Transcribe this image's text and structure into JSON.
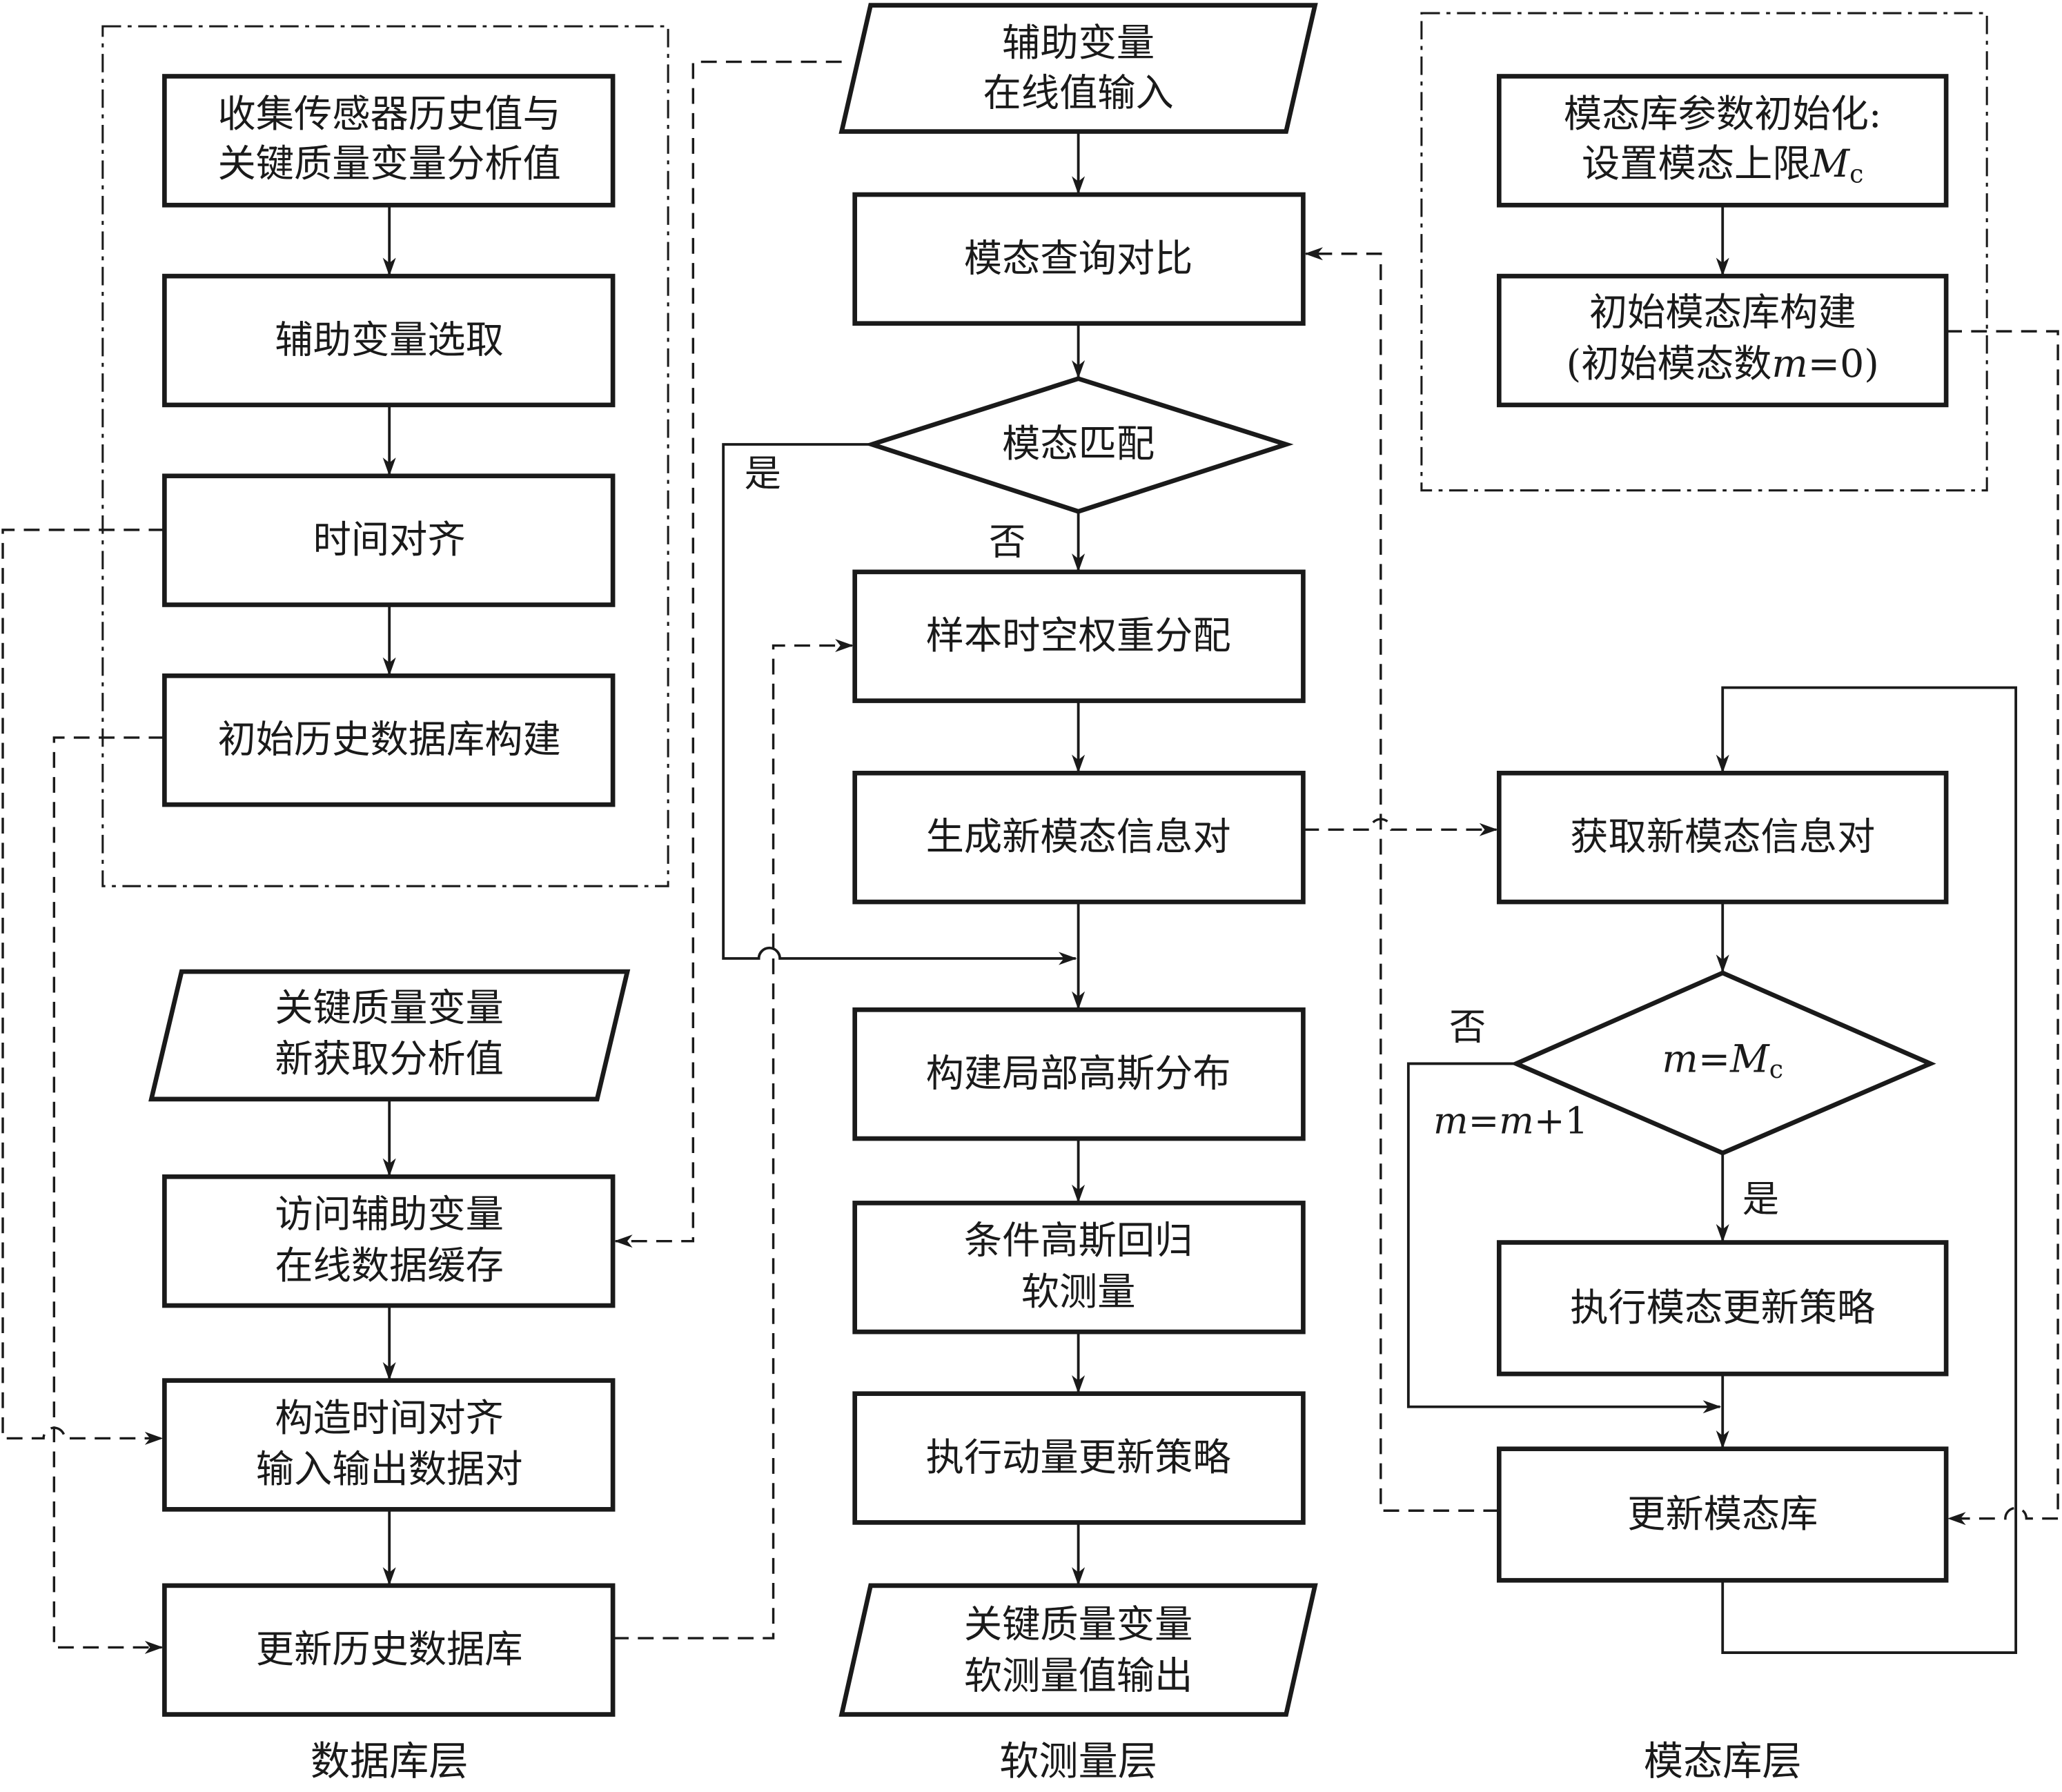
{
  "diagram": {
    "layers": {
      "database": "数据库层",
      "softsensor": "软测量层",
      "modebank": "模态库层"
    },
    "database_layer": {
      "collect": [
        "收集传感器历史值与",
        "关键质量变量分析值"
      ],
      "select_aux": "辅助变量选取",
      "time_align": "时间对齐",
      "init_db": "初始历史数据库构建",
      "new_quality_input": [
        "关键质量变量",
        "新获取分析值"
      ],
      "access_cache": [
        "访问辅助变量",
        "在线数据缓存"
      ],
      "construct_pairs": [
        "构造时间对齐",
        "输入输出数据对"
      ],
      "update_db": "更新历史数据库"
    },
    "softsensor_layer": {
      "aux_input": [
        "辅助变量",
        "在线值输入"
      ],
      "mode_query": "模态查询对比",
      "mode_match": "模态匹配",
      "yes": "是",
      "no": "否",
      "weight_assign": "样本时空权重分配",
      "gen_mode_pair": "生成新模态信息对",
      "local_gauss": "构建局部高斯分布",
      "cond_regression": [
        "条件高斯回归",
        "软测量"
      ],
      "momentum_update": "执行动量更新策略",
      "output": [
        "关键质量变量",
        "软测量值输出"
      ]
    },
    "modebank_layer": {
      "param_init_line1": "模态库参数初始化:",
      "param_init_line2_prefix": "设置模态上限",
      "param_init_var": "M",
      "param_init_sub": "c",
      "init_bank_line1": "初始模态库构建",
      "init_bank_line2_prefix": "(初始模态数",
      "init_bank_var": "m",
      "init_bank_suffix": "=0)",
      "get_mode_pair": "获取新模态信息对",
      "cond_m": "m",
      "cond_eq": "=",
      "cond_M": "M",
      "cond_sub": "c",
      "no": "否",
      "yes": "是",
      "increment_m1": "m",
      "increment_eq": "=",
      "increment_m2": "m",
      "increment_plus": "+1",
      "exec_mode_update": "执行模态更新策略",
      "update_bank": "更新模态库"
    }
  }
}
